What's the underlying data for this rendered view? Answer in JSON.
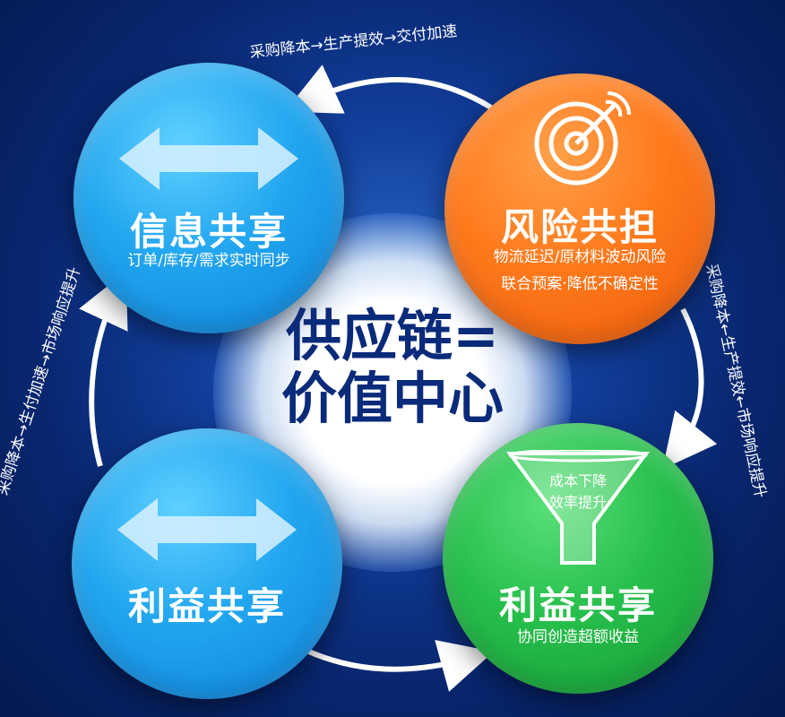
{
  "center": {
    "line1": "供应链=",
    "line2": "价值中心"
  },
  "top_label": "采购降本→生产提效→交付加速",
  "left_label": "采购降本→生付加速→市场响应提升",
  "right_label": "采购降本←生产提效←市场响应提升",
  "nodes": [
    {
      "title": "信息共享",
      "subtitle": "订单/库存/需求实时同步",
      "color": "#1fa3ee",
      "icon": "double-arrow-icon"
    },
    {
      "title": "风险共担",
      "subtitle_line1": "物流延迟/原材料波动风险",
      "subtitle_line2": "联合预案·降低不确定性",
      "color": "#ff7a1c",
      "icon": "radar-icon"
    },
    {
      "title": "利益共享",
      "color": "#1fa3ee",
      "icon": "double-arrow-icon"
    },
    {
      "title": "利益共享",
      "subtitle": "协同创造超额收益",
      "funnel_line1": "成本下降",
      "funnel_line2": "效率提升",
      "color": "#27bf4c",
      "icon": "funnel-icon"
    }
  ]
}
